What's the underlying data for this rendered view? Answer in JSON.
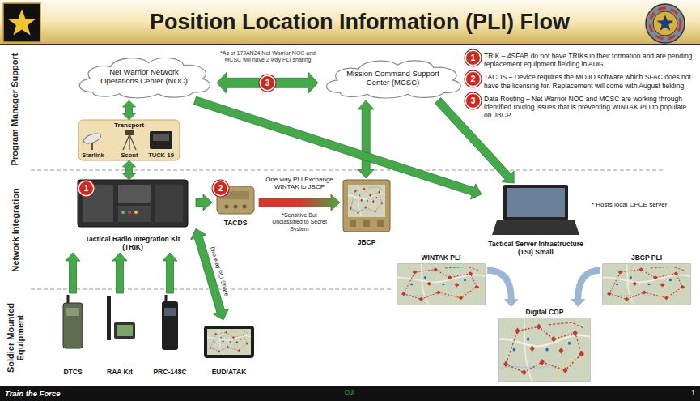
{
  "diagram": {
    "title": "Position Location Information (PLI) Flow",
    "nodes": [
      {
        "text": [
          "Net Warrior Network Operations Center (NOC)"
        ]
      },
      {
        "text": [
          "Mission Command Support Center (MCSC)"
        ]
      },
      {
        "text": [
          "Transport"
        ]
      },
      {
        "text": [
          "Tactical Radio Integration Kit (TRIK)"
        ]
      },
      {
        "text": [
          "TACDS"
        ]
      },
      {
        "text": [
          "JBCP"
        ]
      },
      {
        "text": [
          "Tactical Server Infrastructure (TSI) Small"
        ]
      },
      {
        "text": [
          "WINTAK PLI"
        ]
      },
      {
        "text": [
          "JBCP PLI"
        ]
      },
      {
        "text": [
          "Digital COP"
        ]
      },
      {
        "text": [
          "DTCS"
        ]
      },
      {
        "text": [
          "RAA Kit"
        ]
      },
      {
        "text": [
          "PRC-148C"
        ]
      },
      {
        "text": [
          "EUD/ATAK"
        ]
      }
    ],
    "edges": [
      {
        "from": 0,
        "to": 1,
        "arrow": "both",
        "label": "3"
      },
      {
        "from": 2,
        "to": 0,
        "arrow": "both"
      },
      {
        "from": 3,
        "to": 2,
        "arrow": "both"
      },
      {
        "from": 1,
        "to": 5,
        "arrow": "both"
      },
      {
        "from": 0,
        "to": 6,
        "arrow": "to"
      },
      {
        "from": 1,
        "to": 6,
        "arrow": "to"
      },
      {
        "from": 3,
        "to": 4,
        "arrow": "to"
      },
      {
        "from": 4,
        "to": 5,
        "arrow": "to",
        "label": "One way PLI Exchange WINTAK to JBCP"
      },
      {
        "from": 10,
        "to": 3,
        "arrow": "to"
      },
      {
        "from": 11,
        "to": 3,
        "arrow": "to"
      },
      {
        "from": 12,
        "to": 3,
        "arrow": "to"
      },
      {
        "from": 3,
        "to": 13,
        "arrow": "both",
        "label": "Two way PLI Share"
      },
      {
        "from": 7,
        "to": 9,
        "arrow": "to"
      },
      {
        "from": 8,
        "to": 9,
        "arrow": "to"
      }
    ],
    "labels": [
      "*As of 17JAN24 Net Warrior NOC and MCSC will have 2 way PLI sharing",
      "1",
      "TRIK – 4SFAB do not have TRIKs in their formation and are pending replacement equipment fielding in AUG",
      "2",
      "TACDS – Device requires the MOJO software which SFAC does not have the licensing for. Replacement will come with August fielding",
      "3",
      "Data Routing – Net Warrior NOC and MCSC are working through identified routing issues that is preventing WINTAK PLI to populate on JBCP.",
      "Program Manager Support",
      "Network Integration",
      "Soldier Mounted Equipment",
      "Starlink",
      "Scout",
      "TUCK-19",
      "1",
      "2",
      "*Sensitive But Unclassified to Secret System",
      "* Hosts local CPCE server",
      "Train the Force",
      "CUI",
      "1"
    ]
  }
}
